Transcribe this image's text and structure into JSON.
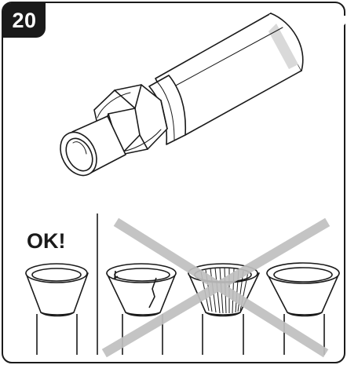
{
  "step": {
    "number": "20"
  },
  "labels": {
    "ok": "OK!"
  },
  "colors": {
    "ink": "#1a1a1a",
    "cross": "#bfbfbf",
    "shade": "#d9d9d9",
    "background": "#ffffff"
  },
  "icons": {
    "pipe": "flared-pipe-with-nut",
    "reject_mark": "cross-mark"
  },
  "panels": {
    "good": [
      "correct-flare"
    ],
    "bad": [
      "cracked-flare",
      "wrinkled-flare",
      "uneven-flare"
    ]
  }
}
